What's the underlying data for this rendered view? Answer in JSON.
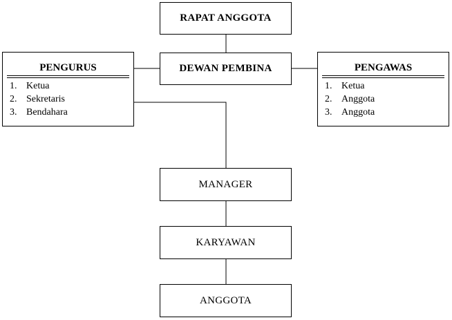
{
  "chart": {
    "rapat_anggota": "RAPAT ANGGOTA",
    "dewan_pembina": "DEWAN PEMBINA",
    "pengurus": {
      "title": "PENGURUS",
      "items": [
        {
          "num": "1.",
          "label": "Ketua"
        },
        {
          "num": "2.",
          "label": "Sekretaris"
        },
        {
          "num": "3.",
          "label": "Bendahara"
        }
      ]
    },
    "pengawas": {
      "title": "PENGAWAS",
      "items": [
        {
          "num": "1.",
          "label": "Ketua"
        },
        {
          "num": "2.",
          "label": "Anggota"
        },
        {
          "num": "3.",
          "label": "Anggota"
        }
      ]
    },
    "manager": "MANAGER",
    "karyawan": "KARYAWAN",
    "anggota": "ANGGOTA"
  }
}
